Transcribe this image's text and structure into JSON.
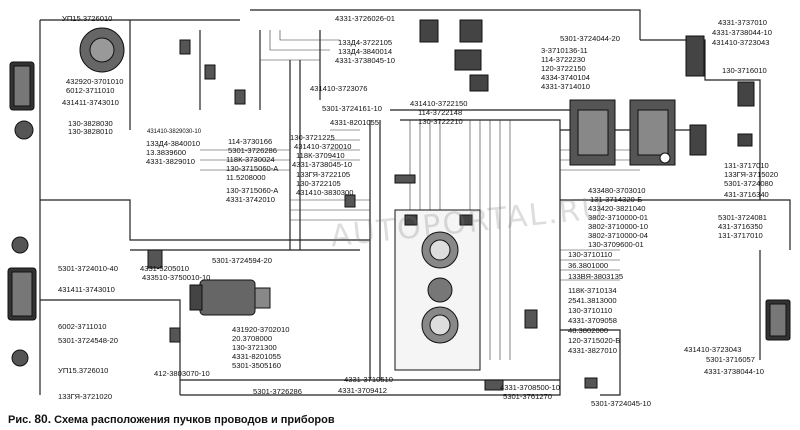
{
  "caption": {
    "prefix": "Рис.",
    "number": "80.",
    "text": "Схема расположения пучков проводов и приборов"
  },
  "watermark": "AUTOPORTAL.RU",
  "left_labels": [
    "УП15.3726010",
    "432920-3701010",
    "6012-3711010",
    "431411-3743010",
    "130-3828030",
    "130-3828010",
    "5301-3724010-40",
    "4331-5205010",
    "433510-3750010-10",
    "431411-3743010",
    "6002-3711010",
    "5301-3724548-20",
    "УП15.3726010",
    "133ГЯ-3721020"
  ],
  "top_center_labels": [
    "4331-3726026-01",
    "133Д4-3722105",
    "133Д4-3840014",
    "4331-3738045-10",
    "431410-3723076",
    "5301-3724161-10",
    "4331-8201055",
    "114-3730166",
    "5301-3726286",
    "118К-3730024",
    "130-3715060-А",
    "11.5208000",
    "431410-3829030-10",
    "133Д4-3840010",
    "13.3839600",
    "4331-3829010",
    "130-3721225",
    "431410-3720010",
    "118К-3709410",
    "4331-3738045-10",
    "133ГЯ-3722105",
    "130-3722105",
    "431410-3830300",
    "130-3715060-А",
    "4331-3742010"
  ],
  "top_right_labels": [
    "5301-3724044-20",
    "3-3710136-11",
    "114-3722230",
    "120-3722150",
    "4334-3740104",
    "4331-3714010",
    "431410-3722150",
    "114-3722148",
    "130-3722210"
  ],
  "right_labels": [
    "4331-3737010",
    "4331-3738044-10",
    "431410-3723043",
    "130-3716010",
    "131-3717010",
    "133ГЯ-3715020",
    "5301-3724080",
    "431-3716340",
    "433480-3703010",
    "131-3714320-Б",
    "433420-3821040",
    "3802-3710000-01",
    "3802-3710000-10",
    "3802-3710000-04",
    "130-3709600-01",
    "5301-3724081",
    "431-3716350",
    "131-3717010"
  ],
  "bottom_center_labels": [
    "130-3710110",
    "36.3801000",
    "133ВЯ-3803135",
    "118К-3710134",
    "2541.3813000",
    "130-3710110",
    "4331-3709058",
    "48.3802000",
    "120-3715020-Б",
    "4331-3827010",
    "5301-3724594-20",
    "431920-3702010",
    "20.3708000",
    "130-3721300",
    "4331-8201055",
    "5301-3505160",
    "412-3803070-10",
    "5301-3726286",
    "4331-3710510",
    "4331-3709412",
    "4331-3708500-10",
    "5301-3761270",
    "5301-3724045-10"
  ],
  "bottom_right_labels": [
    "431410-3723043",
    "5301-3716057",
    "4331-3738044-10"
  ]
}
